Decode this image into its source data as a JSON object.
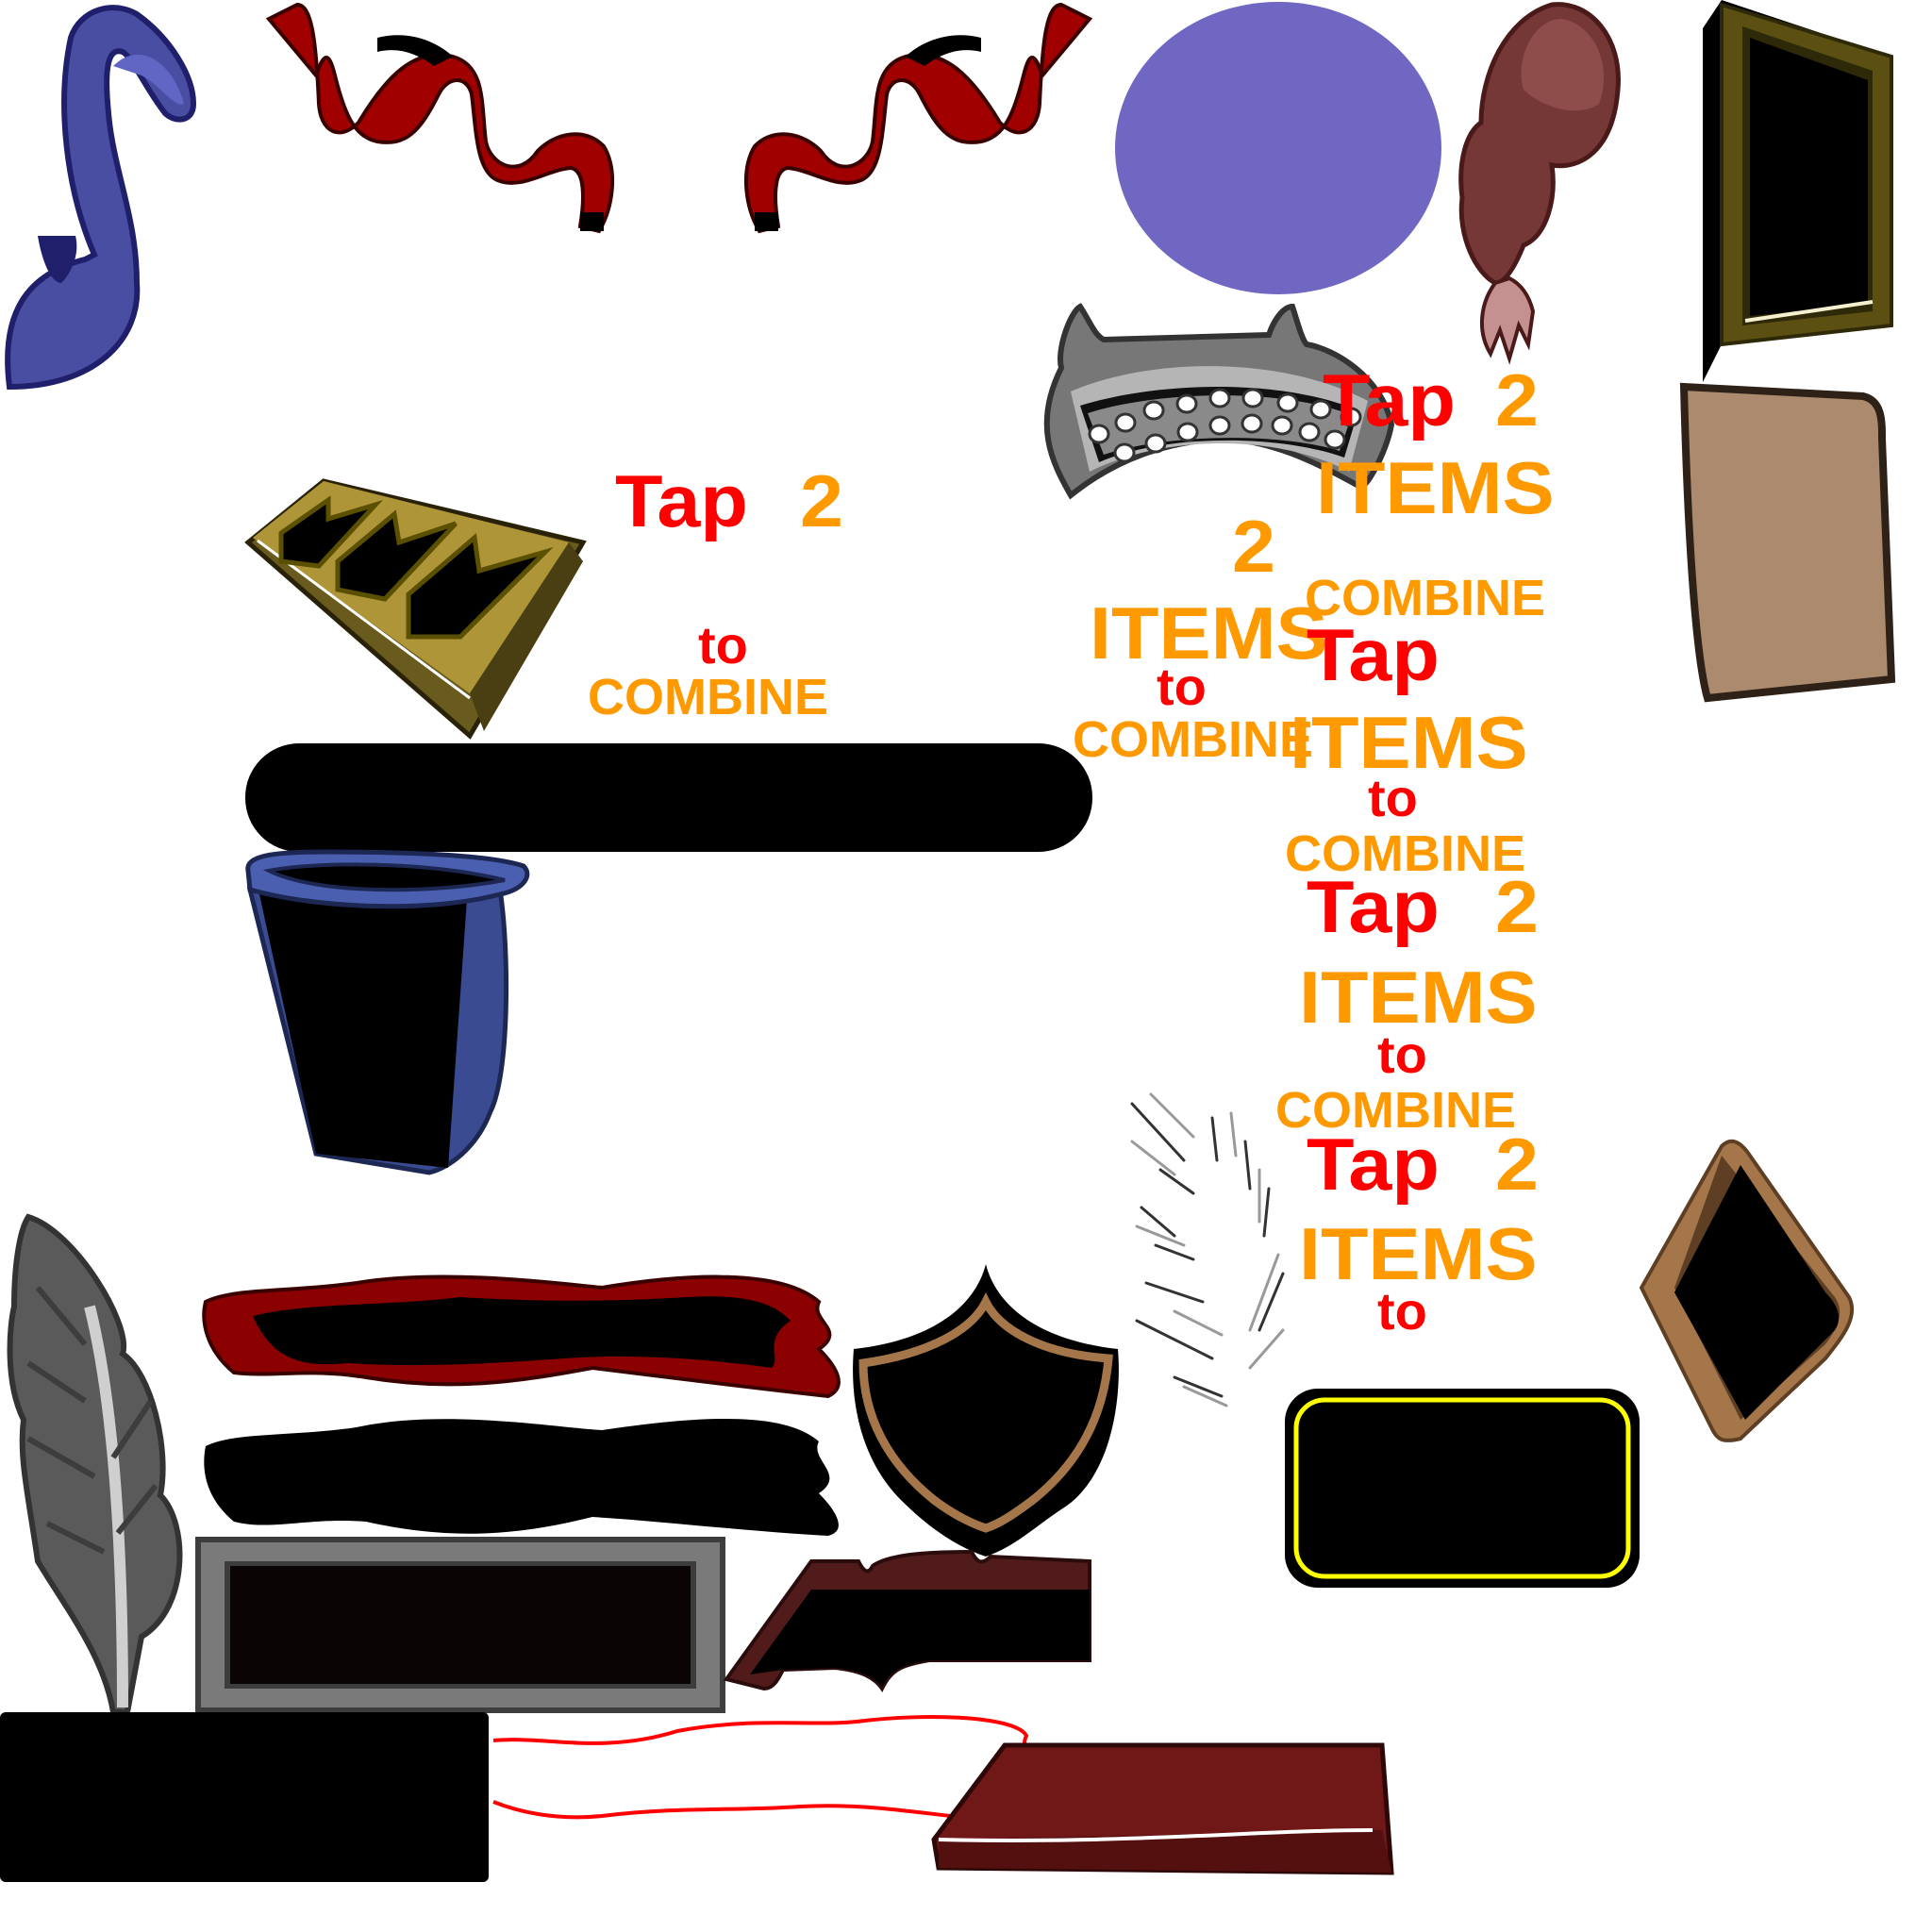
{
  "atlas": {
    "type": "sprite-sheet",
    "background": "#ffffff"
  },
  "hint_text": {
    "tap": "Tap",
    "two": "2",
    "items": "ITEMS",
    "to": "to",
    "combine": "COMBINE"
  },
  "colors": {
    "hint_red": "#ff0000",
    "hint_orange": "#ff9900",
    "note_blue": "#4a4ea3",
    "note_dark": "#1f1f6b",
    "curtain_red": "#a00000",
    "bubble_purple": "#6f67c1",
    "arm_brown": "#8e4c4a",
    "frame_olive": "#5b4f12",
    "plaque_tan": "#ac8a6d",
    "grille_gray": "#8c8c8c",
    "badge_gold": "#ad9538",
    "bucket_blue": "#4a5fb0",
    "feather_gray": "#5a5a5a",
    "shield_bronze": "#a57649",
    "panel_yellow": "#ffff00",
    "maroon": "#7a1a1a"
  },
  "sprites": [
    "music-note",
    "red-ribbon-curtain",
    "purple-oval-bubble",
    "muscular-arm",
    "olive-picture-frame",
    "tan-plaque",
    "metal-grille",
    "gold-chevron-badge",
    "black-pill-bar",
    "blue-bucket",
    "gray-feather",
    "red-bordered-banner",
    "black-banner",
    "gray-framed-panel",
    "black-rectangle",
    "red-outline-scroll",
    "bronze-shield",
    "feather-sketch-lines",
    "maroon-tray",
    "maroon-slab",
    "yellow-outline-panel",
    "bronze-diamond-frame"
  ]
}
